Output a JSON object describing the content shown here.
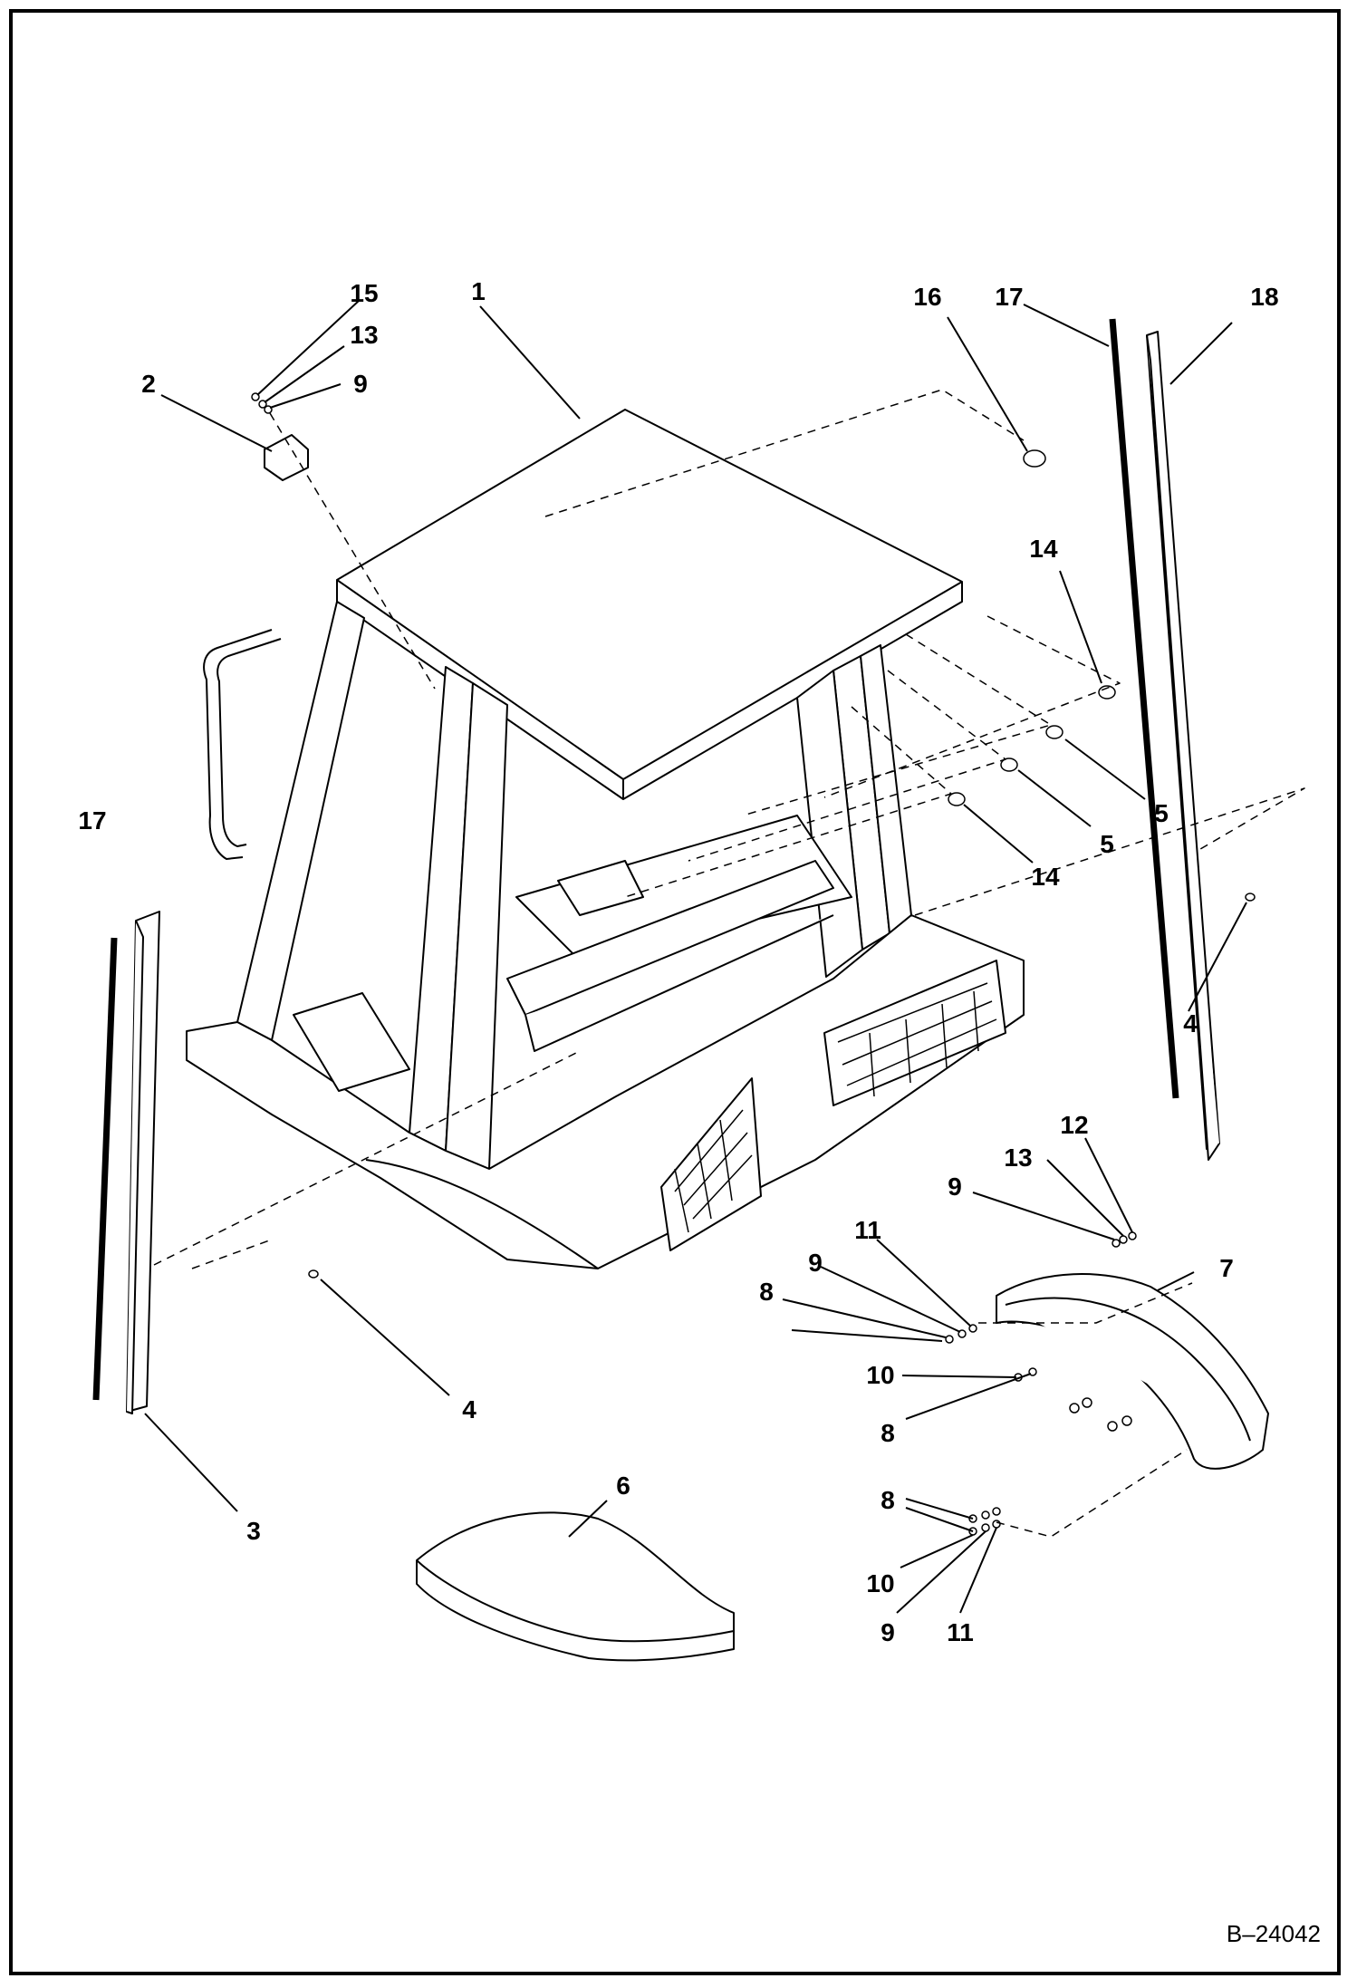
{
  "drawing_number": "B–24042",
  "callouts": [
    {
      "id": "c1",
      "label": "1"
    },
    {
      "id": "c2",
      "label": "2"
    },
    {
      "id": "c3",
      "label": "3"
    },
    {
      "id": "c4a",
      "label": "4"
    },
    {
      "id": "c4b",
      "label": "4"
    },
    {
      "id": "c5a",
      "label": "5"
    },
    {
      "id": "c5b",
      "label": "5"
    },
    {
      "id": "c6",
      "label": "6"
    },
    {
      "id": "c7",
      "label": "7"
    },
    {
      "id": "c8a",
      "label": "8"
    },
    {
      "id": "c8b",
      "label": "8"
    },
    {
      "id": "c8c",
      "label": "8"
    },
    {
      "id": "c9a",
      "label": "9"
    },
    {
      "id": "c9b",
      "label": "9"
    },
    {
      "id": "c9c",
      "label": "9"
    },
    {
      "id": "c9d",
      "label": "9"
    },
    {
      "id": "c10a",
      "label": "10"
    },
    {
      "id": "c10b",
      "label": "10"
    },
    {
      "id": "c11a",
      "label": "11"
    },
    {
      "id": "c11b",
      "label": "11"
    },
    {
      "id": "c12",
      "label": "12"
    },
    {
      "id": "c13a",
      "label": "13"
    },
    {
      "id": "c13b",
      "label": "13"
    },
    {
      "id": "c14a",
      "label": "14"
    },
    {
      "id": "c14b",
      "label": "14"
    },
    {
      "id": "c15",
      "label": "15"
    },
    {
      "id": "c16",
      "label": "16"
    },
    {
      "id": "c17a",
      "label": "17"
    },
    {
      "id": "c17b",
      "label": "17"
    },
    {
      "id": "c18",
      "label": "18"
    }
  ]
}
